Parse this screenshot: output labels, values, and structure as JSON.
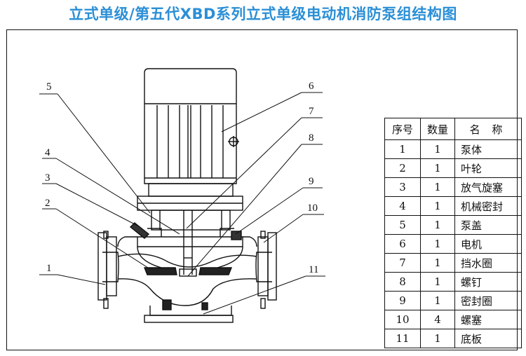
{
  "title": "立式单级/第五代XBD系列立式单级电动机消防泵组结构图",
  "callouts": [
    "1",
    "2",
    "3",
    "4",
    "5",
    "6",
    "7",
    "8",
    "9",
    "10",
    "11"
  ],
  "table": {
    "headers": [
      "序号",
      "数量",
      "名 称"
    ],
    "rows": [
      {
        "no": "1",
        "qty": "1",
        "name": "泵体"
      },
      {
        "no": "2",
        "qty": "1",
        "name": "叶轮"
      },
      {
        "no": "3",
        "qty": "1",
        "name": "放气旋塞"
      },
      {
        "no": "4",
        "qty": "1",
        "name": "机械密封"
      },
      {
        "no": "5",
        "qty": "1",
        "name": "泵盖"
      },
      {
        "no": "6",
        "qty": "1",
        "name": "电机"
      },
      {
        "no": "7",
        "qty": "1",
        "name": "挡水圈"
      },
      {
        "no": "8",
        "qty": "1",
        "name": "螺钉"
      },
      {
        "no": "9",
        "qty": "1",
        "name": "密封圈"
      },
      {
        "no": "10",
        "qty": "4",
        "name": "螺塞"
      },
      {
        "no": "11",
        "qty": "1",
        "name": "底板"
      }
    ]
  }
}
